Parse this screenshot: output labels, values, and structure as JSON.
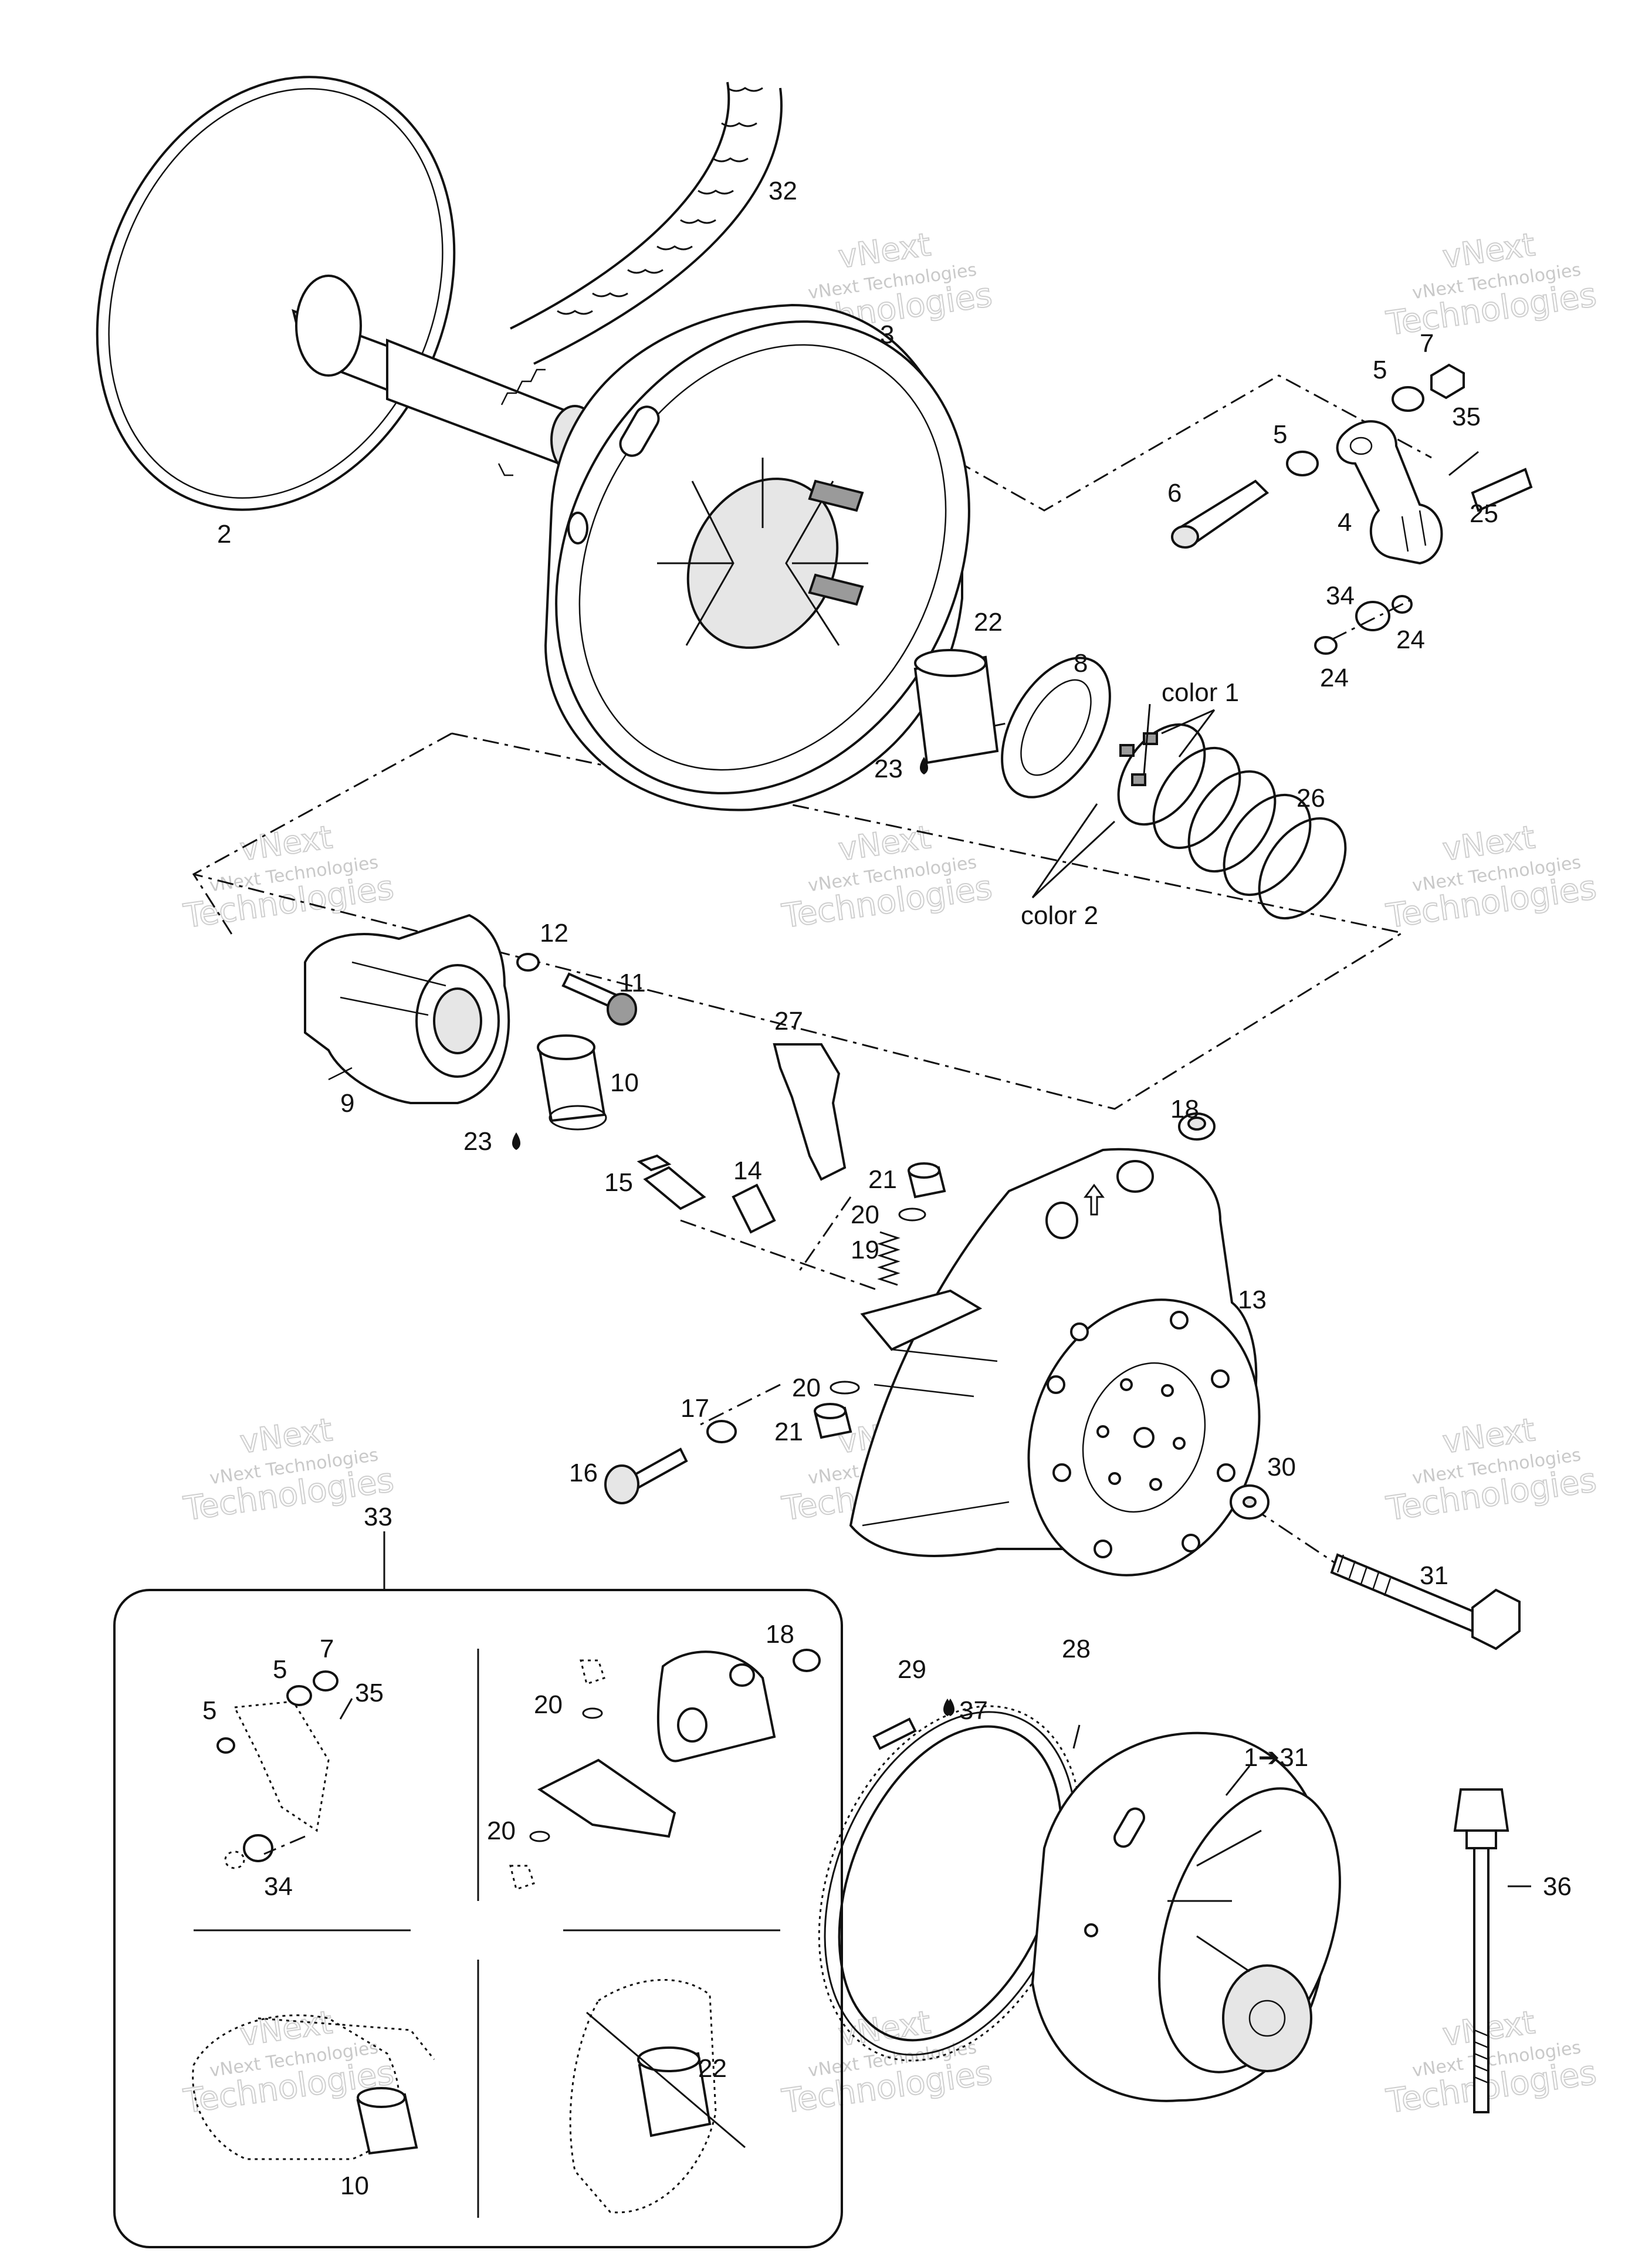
{
  "diagram": {
    "part_numbers": {
      "p1_31": "1➔31",
      "p2": "2",
      "p3": "3",
      "p4": "4",
      "p5a": "5",
      "p5b": "5",
      "p6": "6",
      "p7": "7",
      "p8": "8",
      "p9": "9",
      "p10": "10",
      "p11": "11",
      "p12": "12",
      "p13": "13",
      "p14": "14",
      "p15": "15",
      "p16": "16",
      "p17": "17",
      "p18": "18",
      "p19": "19",
      "p20a": "20",
      "p20b": "20",
      "p21a": "21",
      "p21b": "21",
      "p22": "22",
      "p23a": "23",
      "p23b": "23",
      "p24a": "24",
      "p24b": "24",
      "p25": "25",
      "p26": "26",
      "p27": "27",
      "p28": "28",
      "p29": "29",
      "p30": "30",
      "p31": "31",
      "p32": "32",
      "p33": "33",
      "p34": "34",
      "p35": "35",
      "p36": "36",
      "p37": "37"
    },
    "color_labels": {
      "color1": "color 1",
      "color2": "color 2"
    },
    "inset": {
      "p5a": "5",
      "p5b": "5",
      "p7": "7",
      "p35": "35",
      "p34": "34",
      "p18": "18",
      "p20a": "20",
      "p20b": "20",
      "p10": "10",
      "p22": "22"
    }
  },
  "watermark": {
    "line1": "vNext",
    "line2": "vNext Technologies",
    "line3": "Technologies"
  }
}
